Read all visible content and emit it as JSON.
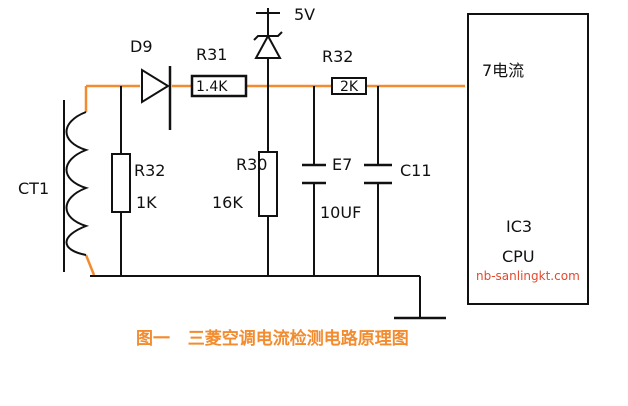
{
  "colors": {
    "wire_orange": "#f28c2e",
    "wire_black": "#111111",
    "caption": "#f28c2e",
    "watermark": "#e5482d"
  },
  "labels": {
    "ct1": "CT1",
    "d9": "D9",
    "r31": "R31",
    "r31_value": "1.4K",
    "supply": "5V",
    "r32_top": "R32",
    "r32_top_value": "2K",
    "r32_left": "R32",
    "r32_left_value": "1K",
    "r30": "R30",
    "r30_value": "16K",
    "e7": "E7",
    "e7_value": "10UF",
    "c11": "C11",
    "pin7": "7电流",
    "ic3": "IC3",
    "cpu": "CPU",
    "watermark": "nb-sanlingkt.com"
  },
  "caption": "图一   三菱空调电流检测电路原理图"
}
